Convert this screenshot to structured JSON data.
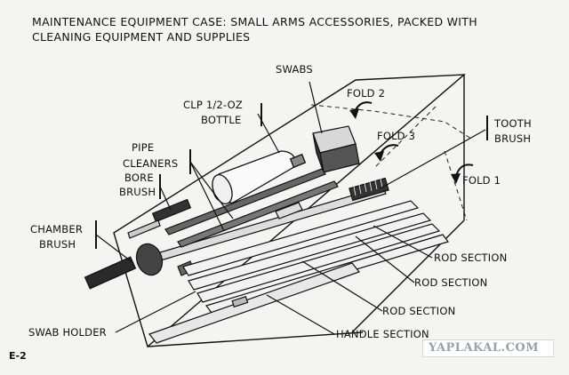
{
  "title": {
    "line1": "MAINTENANCE EQUIPMENT CASE: SMALL ARMS ACCESSORIES, PACKED WITH",
    "line2": "CLEANING EQUIPMENT AND SUPPLIES"
  },
  "labels": {
    "swabs": "SWABS",
    "fold2": "FOLD 2",
    "clp_line1": "CLP 1/2-OZ",
    "clp_line2": "BOTTLE",
    "tooth_line1": "TOOTH",
    "tooth_line2": "BRUSH",
    "fold3": "FOLD 3",
    "fold1": "FOLD 1",
    "pipe_line1": "PIPE",
    "pipe_line2": "CLEANERS",
    "bore_line1": "BORE",
    "bore_line2": "BRUSH",
    "chamber_line1": "CHAMBER",
    "chamber_line2": "BRUSH",
    "rod1": "ROD SECTION",
    "rod2": "ROD SECTION",
    "rod3": "ROD SECTION",
    "swab_holder": "SWAB HOLDER",
    "handle": "HANDLE SECTION"
  },
  "page_number": "E-2",
  "watermark": "YAPLAKAL.COM"
}
